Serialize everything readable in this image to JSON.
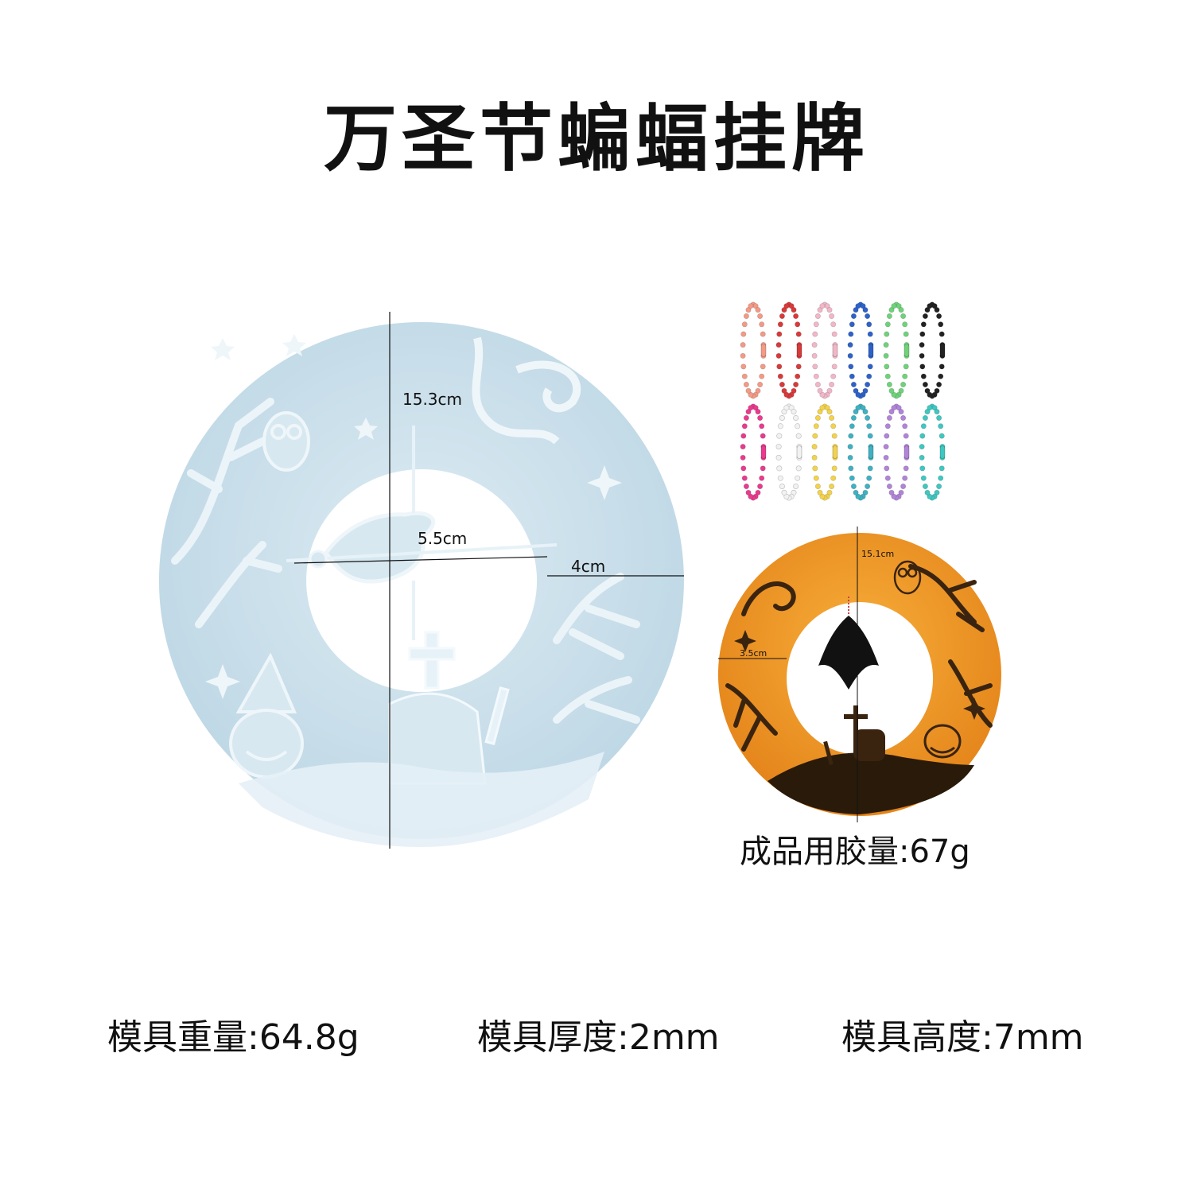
{
  "title": "万圣节蝙蝠挂牌",
  "mold": {
    "diameter_label": "15.3cm",
    "inner_label": "5.5cm",
    "ring_width_label": "4cm"
  },
  "finished": {
    "diameter_label": "15.1cm",
    "ring_width_label": "3.5cm",
    "resin_amount": "成品用胶量:67g"
  },
  "chains": {
    "colors": [
      "#f39a86",
      "#d83a3a",
      "#f1b6c8",
      "#2e62c8",
      "#6fd27a",
      "#222222",
      "#e83b8e",
      "#f2f2f2",
      "#f3d24c",
      "#3fb1c2",
      "#b084d8",
      "#3fc7c0"
    ]
  },
  "specs": {
    "weight": "模具重量:64.8g",
    "thickness": "模具厚度:2mm",
    "height": "模具高度:7mm"
  },
  "colors": {
    "mold": "#cfe3ee",
    "mold_relief": "#e7f2f8",
    "resin_orange": "#f39a1e",
    "resin_dark": "#3a2410"
  }
}
